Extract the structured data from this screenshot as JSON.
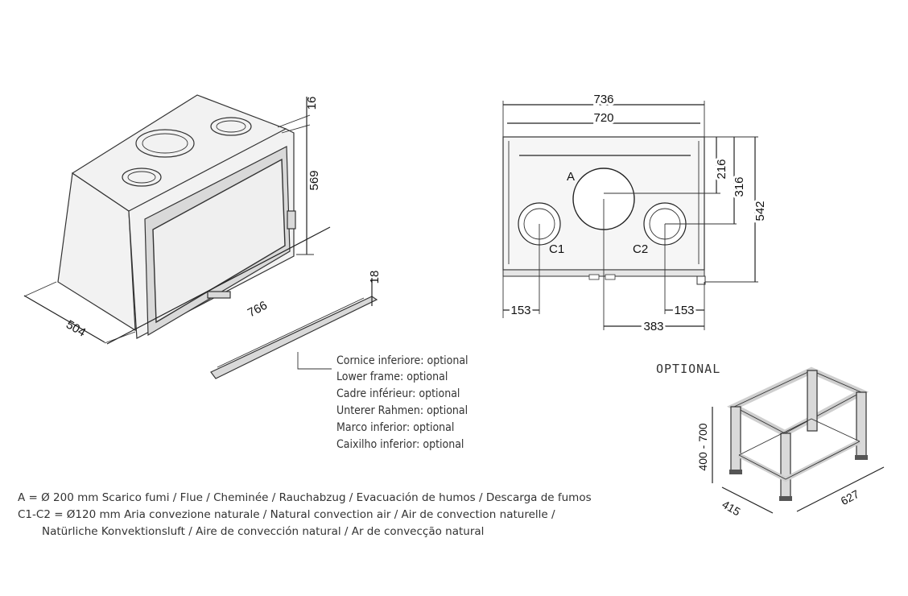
{
  "dimensions": {
    "iso_top_thickness": "16",
    "iso_height": "569",
    "iso_depth": "504",
    "iso_width": "766",
    "lower_frame_height": "18",
    "front_overall_width": "736",
    "front_inner_width": "720",
    "flue_height_a": "216",
    "conv_height": "316",
    "overall_height": "542",
    "c1_offset": "153",
    "c2_offset": "153",
    "flue_offset": "383",
    "stand_height": "400 - 700",
    "stand_depth": "415",
    "stand_width": "627"
  },
  "labels": {
    "a": "A",
    "c1": "C1",
    "c2": "C2",
    "optional": "OPTIONAL"
  },
  "lower_frame_notes": [
    "Cornice inferiore: optional",
    "Lower frame: optional",
    "Cadre inférieur: optional",
    "Unterer Rahmen: optional",
    "Marco inferior: optional",
    "Caixilho inferior: optional"
  ],
  "legend": [
    "A = Ø 200 mm  Scarico fumi / Flue / Cheminée / Rauchabzug / Evacuación de humos / Descarga de fumos",
    "C1-C2 = Ø120 mm Aria convezione naturale / Natural convection air / Air de convection naturelle /",
    "Natürliche Konvektionsluft / Aire de convección natural / Ar de convecção natural"
  ],
  "colors": {
    "line": "#222222",
    "body": "#f2f2f2",
    "frame": "#d9d9d9"
  }
}
